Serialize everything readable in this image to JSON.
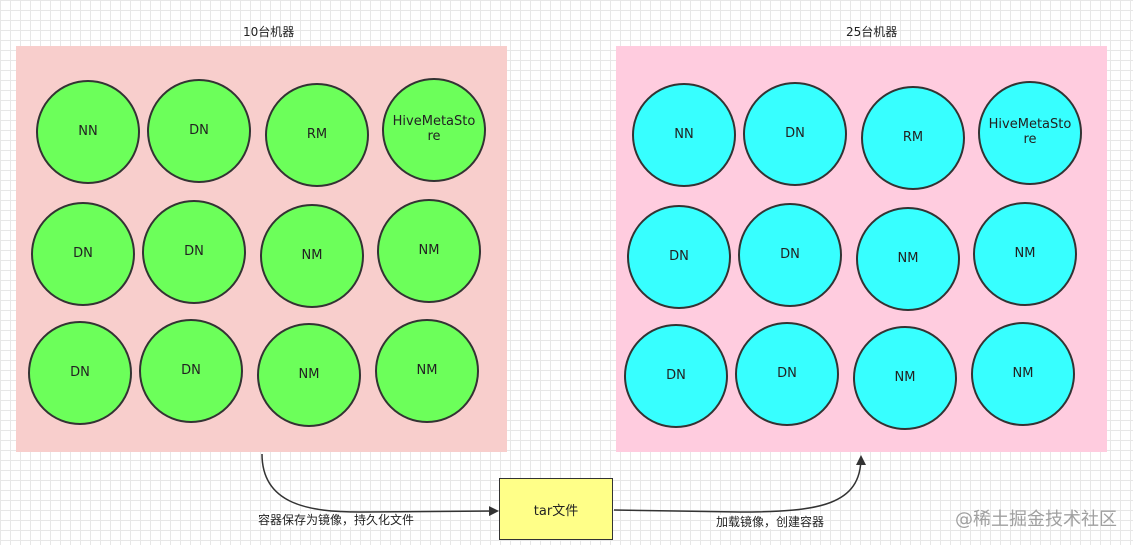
{
  "clusters": {
    "left": {
      "title": "10台机器",
      "nodes": [
        "NN",
        "DN",
        "RM",
        "HiveMetaStore",
        "DN",
        "DN",
        "NM",
        "NM",
        "DN",
        "DN",
        "NM",
        "NM"
      ]
    },
    "right": {
      "title": "25台机器",
      "nodes": [
        "NN",
        "DN",
        "RM",
        "HiveMetaStore",
        "DN",
        "DN",
        "NM",
        "NM",
        "DN",
        "DN",
        "NM",
        "NM"
      ]
    }
  },
  "tar_box": {
    "label": "tar文件"
  },
  "edges": {
    "save_label": "容器保存为镜像，持久化文件",
    "load_label": "加载镜像，创建容器"
  },
  "watermark": "@稀土掘金技术社区",
  "colors": {
    "left_cluster_bg": "#f8cecc",
    "right_cluster_bg": "#ffccdf",
    "left_node_fill": "#6cff5a",
    "right_node_fill": "#37ffff",
    "tar_box_fill": "#ffff88",
    "stroke": "#333333"
  }
}
